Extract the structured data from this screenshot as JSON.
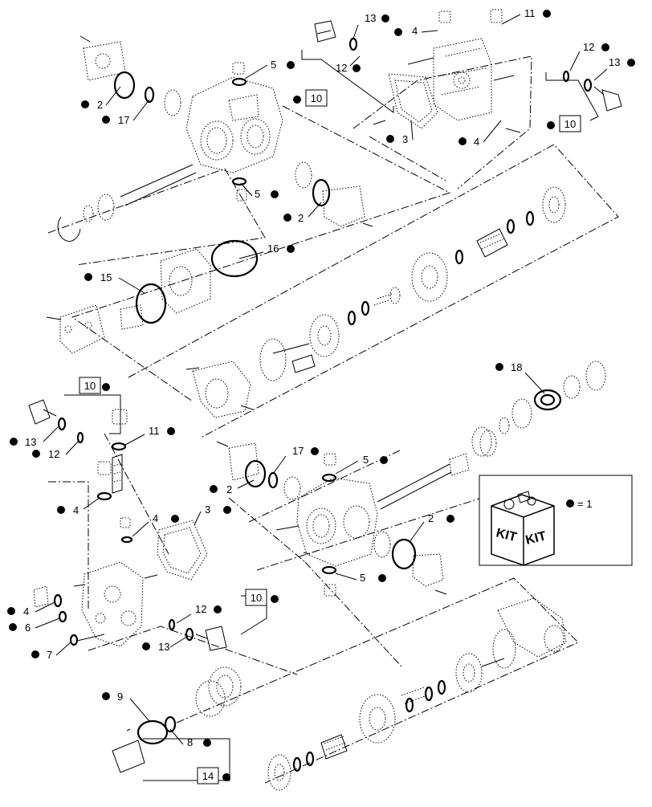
{
  "callouts": [
    {
      "id": "c13a",
      "text": "13"
    },
    {
      "id": "c4a",
      "text": "4"
    },
    {
      "id": "c11a",
      "text": "11"
    },
    {
      "id": "c12a",
      "text": "12"
    },
    {
      "id": "c12b",
      "text": "12"
    },
    {
      "id": "c13b",
      "text": "13"
    },
    {
      "id": "c5a",
      "text": "5"
    },
    {
      "id": "c2a",
      "text": "2"
    },
    {
      "id": "c17a",
      "text": "17"
    },
    {
      "id": "c3a",
      "text": "3"
    },
    {
      "id": "c4b",
      "text": "4"
    },
    {
      "id": "c5b",
      "text": "5"
    },
    {
      "id": "c2b",
      "text": "2"
    },
    {
      "id": "c16",
      "text": "16"
    },
    {
      "id": "c15",
      "text": "15"
    },
    {
      "id": "c18",
      "text": "18"
    },
    {
      "id": "c13c",
      "text": "13"
    },
    {
      "id": "c12c",
      "text": "12"
    },
    {
      "id": "c11b",
      "text": "11"
    },
    {
      "id": "c17b",
      "text": "17"
    },
    {
      "id": "c5c",
      "text": "5"
    },
    {
      "id": "c2c",
      "text": "2"
    },
    {
      "id": "c3b",
      "text": "3"
    },
    {
      "id": "c4c",
      "text": "4"
    },
    {
      "id": "c4d",
      "text": "4"
    },
    {
      "id": "c2d",
      "text": "2"
    },
    {
      "id": "c5d",
      "text": "5"
    },
    {
      "id": "c4e",
      "text": "4"
    },
    {
      "id": "c6",
      "text": "6"
    },
    {
      "id": "c7",
      "text": "7"
    },
    {
      "id": "c12d",
      "text": "12"
    },
    {
      "id": "c13d",
      "text": "13"
    },
    {
      "id": "c9",
      "text": "9"
    },
    {
      "id": "c8",
      "text": "8"
    }
  ],
  "boxed_labels": [
    {
      "id": "b10a",
      "text": "10"
    },
    {
      "id": "b10b",
      "text": "10"
    },
    {
      "id": "b10c",
      "text": "10"
    },
    {
      "id": "b10d",
      "text": "10"
    },
    {
      "id": "b14",
      "text": "14"
    }
  ],
  "legend": {
    "kit_word_left": "KIT",
    "kit_word_right": "KIT",
    "equals_text": "= 1"
  }
}
